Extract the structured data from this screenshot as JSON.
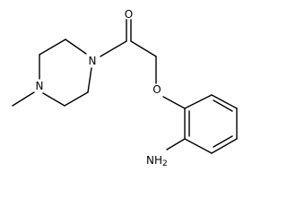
{
  "diagram": {
    "type": "chemical-structure",
    "atom_labels": {
      "carbonyl_oxygen": "O",
      "piperazine_n1": "N",
      "piperazine_n4": "N",
      "ether_oxygen": "O",
      "amine": "NH",
      "amine_subscript": "2"
    },
    "colors": {
      "bond": "#000000",
      "text": "#000000",
      "background": "#ffffff"
    }
  }
}
